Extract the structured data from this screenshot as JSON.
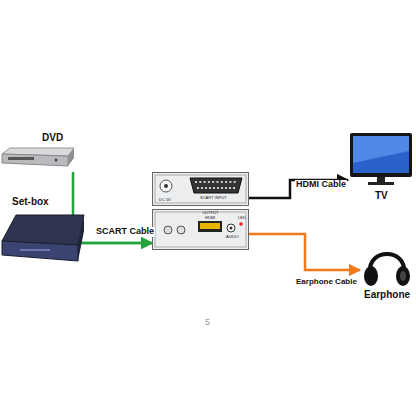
{
  "diagram": {
    "nodes": [
      {
        "text": [
          "DVD"
        ]
      },
      {
        "text": [
          "Set-box"
        ]
      },
      {
        "text": [
          "DC 5V",
          "SCART INPUT",
          "OUTPUT",
          "HDMI",
          "AUDIO",
          "LED"
        ]
      },
      {
        "text": [
          "TV"
        ]
      },
      {
        "text": [
          "Earphone"
        ]
      }
    ],
    "edges": [
      {
        "from": 0,
        "to": 2,
        "arrow": "to",
        "label": "SCART Cable"
      },
      {
        "from": 1,
        "to": 2,
        "arrow": "to"
      },
      {
        "from": 2,
        "to": 3,
        "arrow": "to",
        "label": "HDMI Cable"
      },
      {
        "from": 2,
        "to": 4,
        "arrow": "to",
        "label": "Earphone Cable"
      }
    ],
    "labels": [
      "5"
    ]
  }
}
